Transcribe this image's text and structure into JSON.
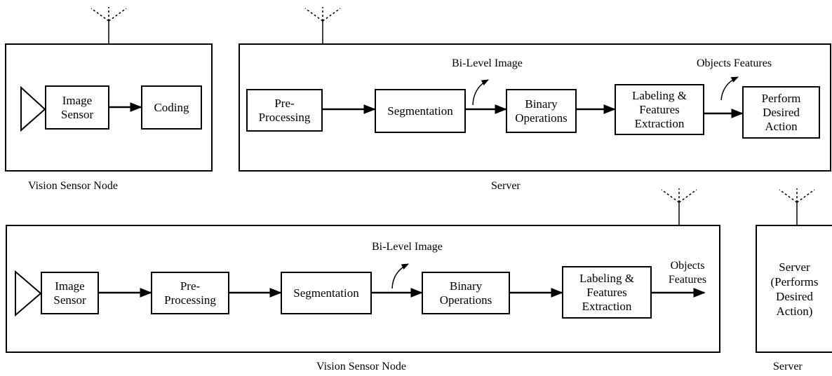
{
  "top": {
    "node_caption": "Vision Sensor Node",
    "server_caption": "Server",
    "node_blocks": {
      "image_sensor": "Image\nSensor",
      "coding": "Coding"
    },
    "server_blocks": {
      "pre_processing": "Pre-\nProcessing",
      "segmentation": "Segmentation",
      "binary_operations": "Binary\nOperations",
      "labeling": "Labeling &\nFeatures\nExtraction",
      "perform_action": "Perform\nDesired\nAction"
    },
    "bi_level_label": "Bi-Level Image",
    "objects_features_label": "Objects Features"
  },
  "bottom": {
    "node_caption": "Vision Sensor Node",
    "server_caption": "Server",
    "node_blocks": {
      "image_sensor": "Image\nSensor",
      "pre_processing": "Pre-\nProcessing",
      "segmentation": "Segmentation",
      "binary_operations": "Binary\nOperations",
      "labeling": "Labeling &\nFeatures\nExtraction"
    },
    "bi_level_label": "Bi-Level Image",
    "objects_features_label": "Objects\nFeatures",
    "server_box_text": "Server\n(Performs\nDesired\nAction)"
  }
}
